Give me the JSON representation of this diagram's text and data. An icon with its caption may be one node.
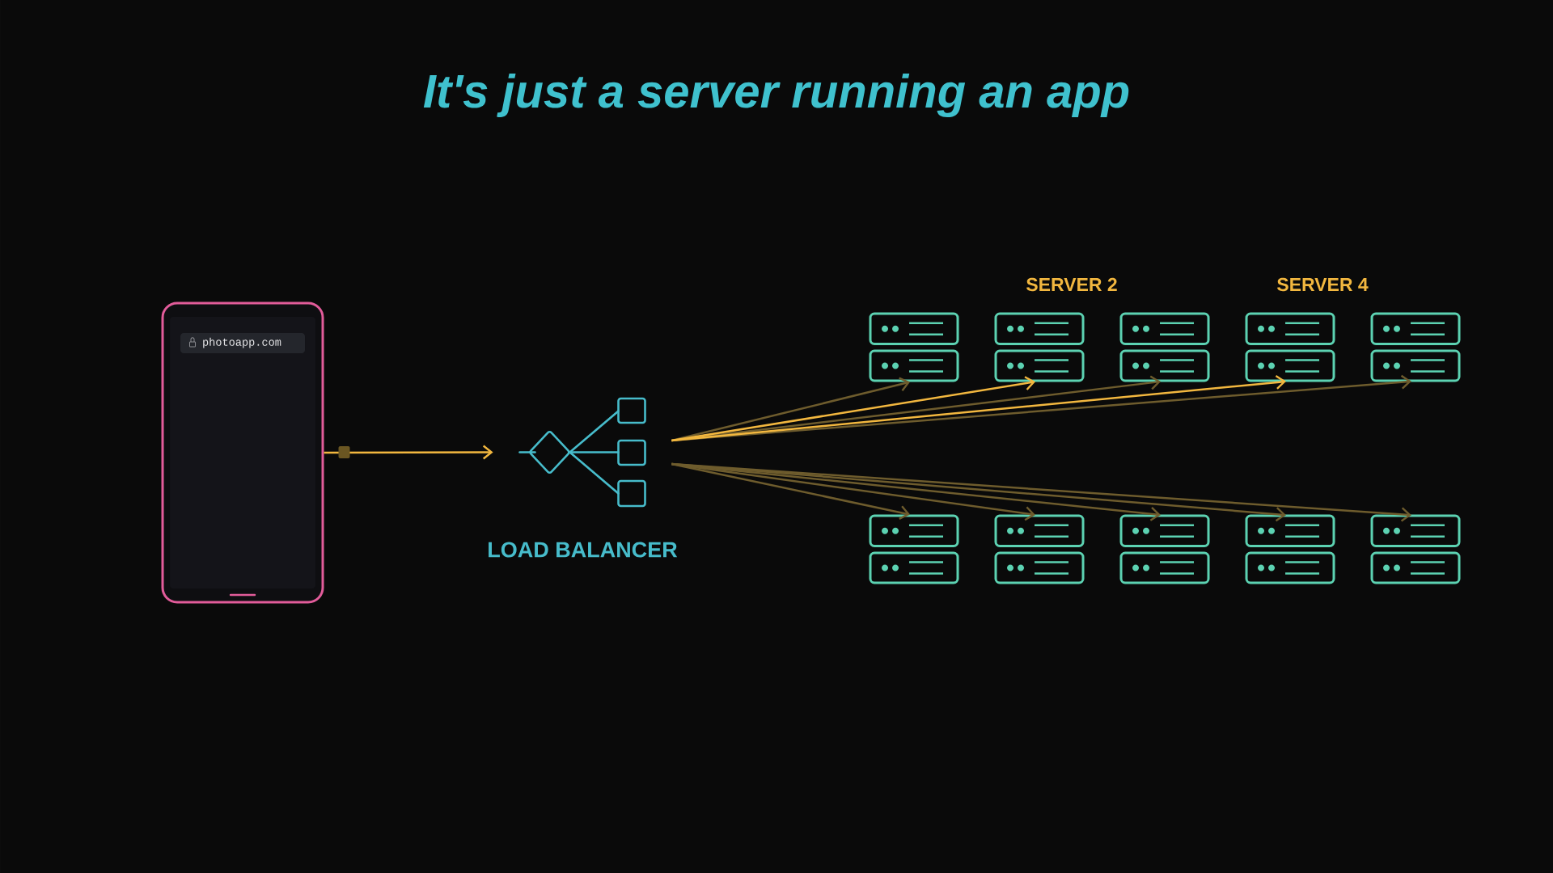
{
  "diagram": {
    "title": "It's just a server running an app",
    "nodes": [
      {
        "text": [],
        "shape": "phone"
      },
      {
        "text": [
          "photoapp.com"
        ],
        "in": 0
      },
      {
        "text": [],
        "shape": "picture",
        "beside": [
          "LOAD BALANCER"
        ]
      },
      {
        "text": [],
        "shape": "server"
      },
      {
        "text": [],
        "shape": "server",
        "beside": [
          "SERVER 2"
        ]
      },
      {
        "text": [],
        "shape": "server"
      },
      {
        "text": [],
        "shape": "server",
        "beside": [
          "SERVER 4"
        ]
      },
      {
        "text": [],
        "shape": "server"
      },
      {
        "text": [],
        "shape": "server"
      },
      {
        "text": [],
        "shape": "server"
      },
      {
        "text": [],
        "shape": "server"
      },
      {
        "text": [],
        "shape": "server"
      },
      {
        "text": [],
        "shape": "server"
      }
    ],
    "edges": [
      {
        "from": 0,
        "to": 2,
        "arrow": "to",
        "color": "#f2b73f"
      },
      {
        "from": 2,
        "to": 3,
        "arrow": "to"
      },
      {
        "from": 2,
        "to": 4,
        "arrow": "to",
        "color": "#f2b73f"
      },
      {
        "from": 2,
        "to": 5,
        "arrow": "to"
      },
      {
        "from": 2,
        "to": 6,
        "arrow": "to",
        "color": "#f2b73f"
      },
      {
        "from": 2,
        "to": 7,
        "arrow": "to"
      },
      {
        "from": 2,
        "to": 8,
        "arrow": "to"
      },
      {
        "from": 2,
        "to": 9,
        "arrow": "to"
      },
      {
        "from": 2,
        "to": 10,
        "arrow": "to"
      },
      {
        "from": 2,
        "to": 11,
        "arrow": "to"
      },
      {
        "from": 2,
        "to": 12,
        "arrow": "to"
      }
    ]
  }
}
